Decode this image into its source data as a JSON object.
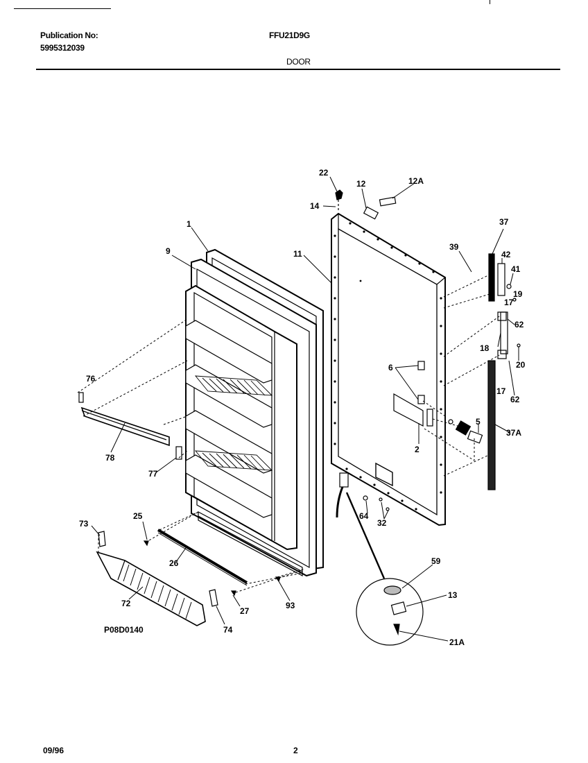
{
  "header": {
    "publication_label": "Publication No:",
    "publication_number": "5995312039",
    "model": "FFU21D9G",
    "section": "DOOR"
  },
  "diagram": {
    "drawing_code": "P08D0140",
    "callouts": [
      "22",
      "12",
      "12A",
      "14",
      "1",
      "37",
      "9",
      "11",
      "39",
      "42",
      "41",
      "19",
      "17",
      "62",
      "18",
      "20",
      "76",
      "6",
      "17",
      "62",
      "5",
      "37A",
      "78",
      "2",
      "77",
      "64",
      "32",
      "25",
      "73",
      "59",
      "26",
      "13",
      "72",
      "27",
      "93",
      "74",
      "21A"
    ]
  },
  "footer": {
    "date": "09/96",
    "page": "2"
  }
}
